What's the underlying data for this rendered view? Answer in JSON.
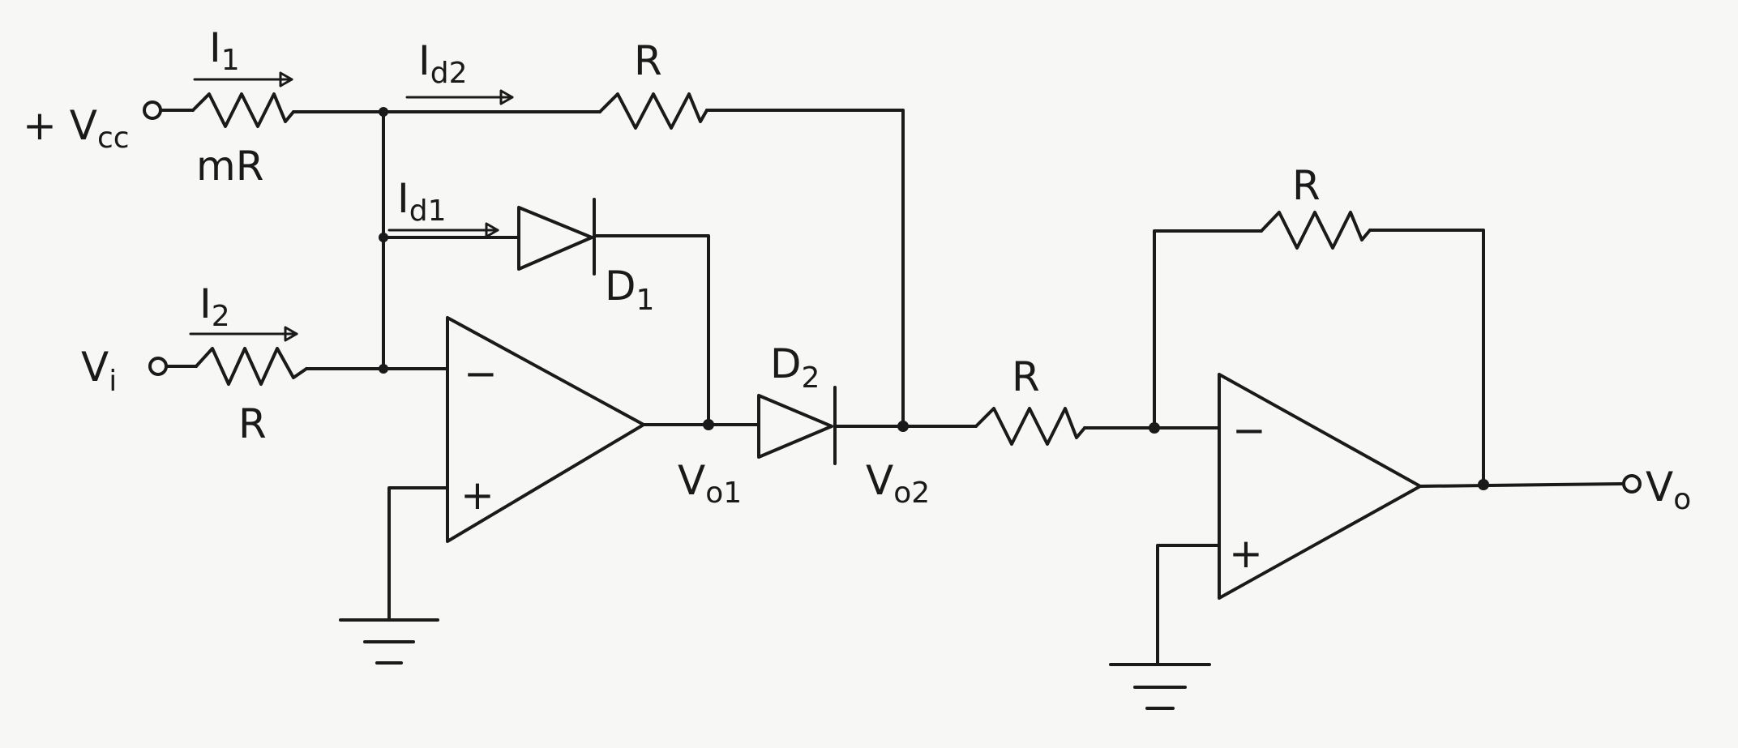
{
  "labels": {
    "vcc": {
      "main": "+ V",
      "sub": "cc"
    },
    "vi": {
      "main": "V",
      "sub": "i"
    },
    "vo": {
      "main": "V",
      "sub": "o"
    },
    "vo1": {
      "main": "V",
      "sub": "o1"
    },
    "vo2": {
      "main": "V",
      "sub": "o2"
    },
    "i1": {
      "main": "I",
      "sub": "1"
    },
    "i2": {
      "main": "I",
      "sub": "2"
    },
    "id1": {
      "main": "I",
      "sub": "d1"
    },
    "id2": {
      "main": "I",
      "sub": "d2"
    },
    "d1": {
      "main": "D",
      "sub": "1"
    },
    "d2": {
      "main": "D",
      "sub": "2"
    },
    "r_mr": "mR",
    "r_vi": "R",
    "r_top": "R",
    "r_mid": "R",
    "r_fb2": "R",
    "opamp1_minus": "−",
    "opamp1_plus": "+",
    "opamp2_minus": "−",
    "opamp2_plus": "+"
  }
}
